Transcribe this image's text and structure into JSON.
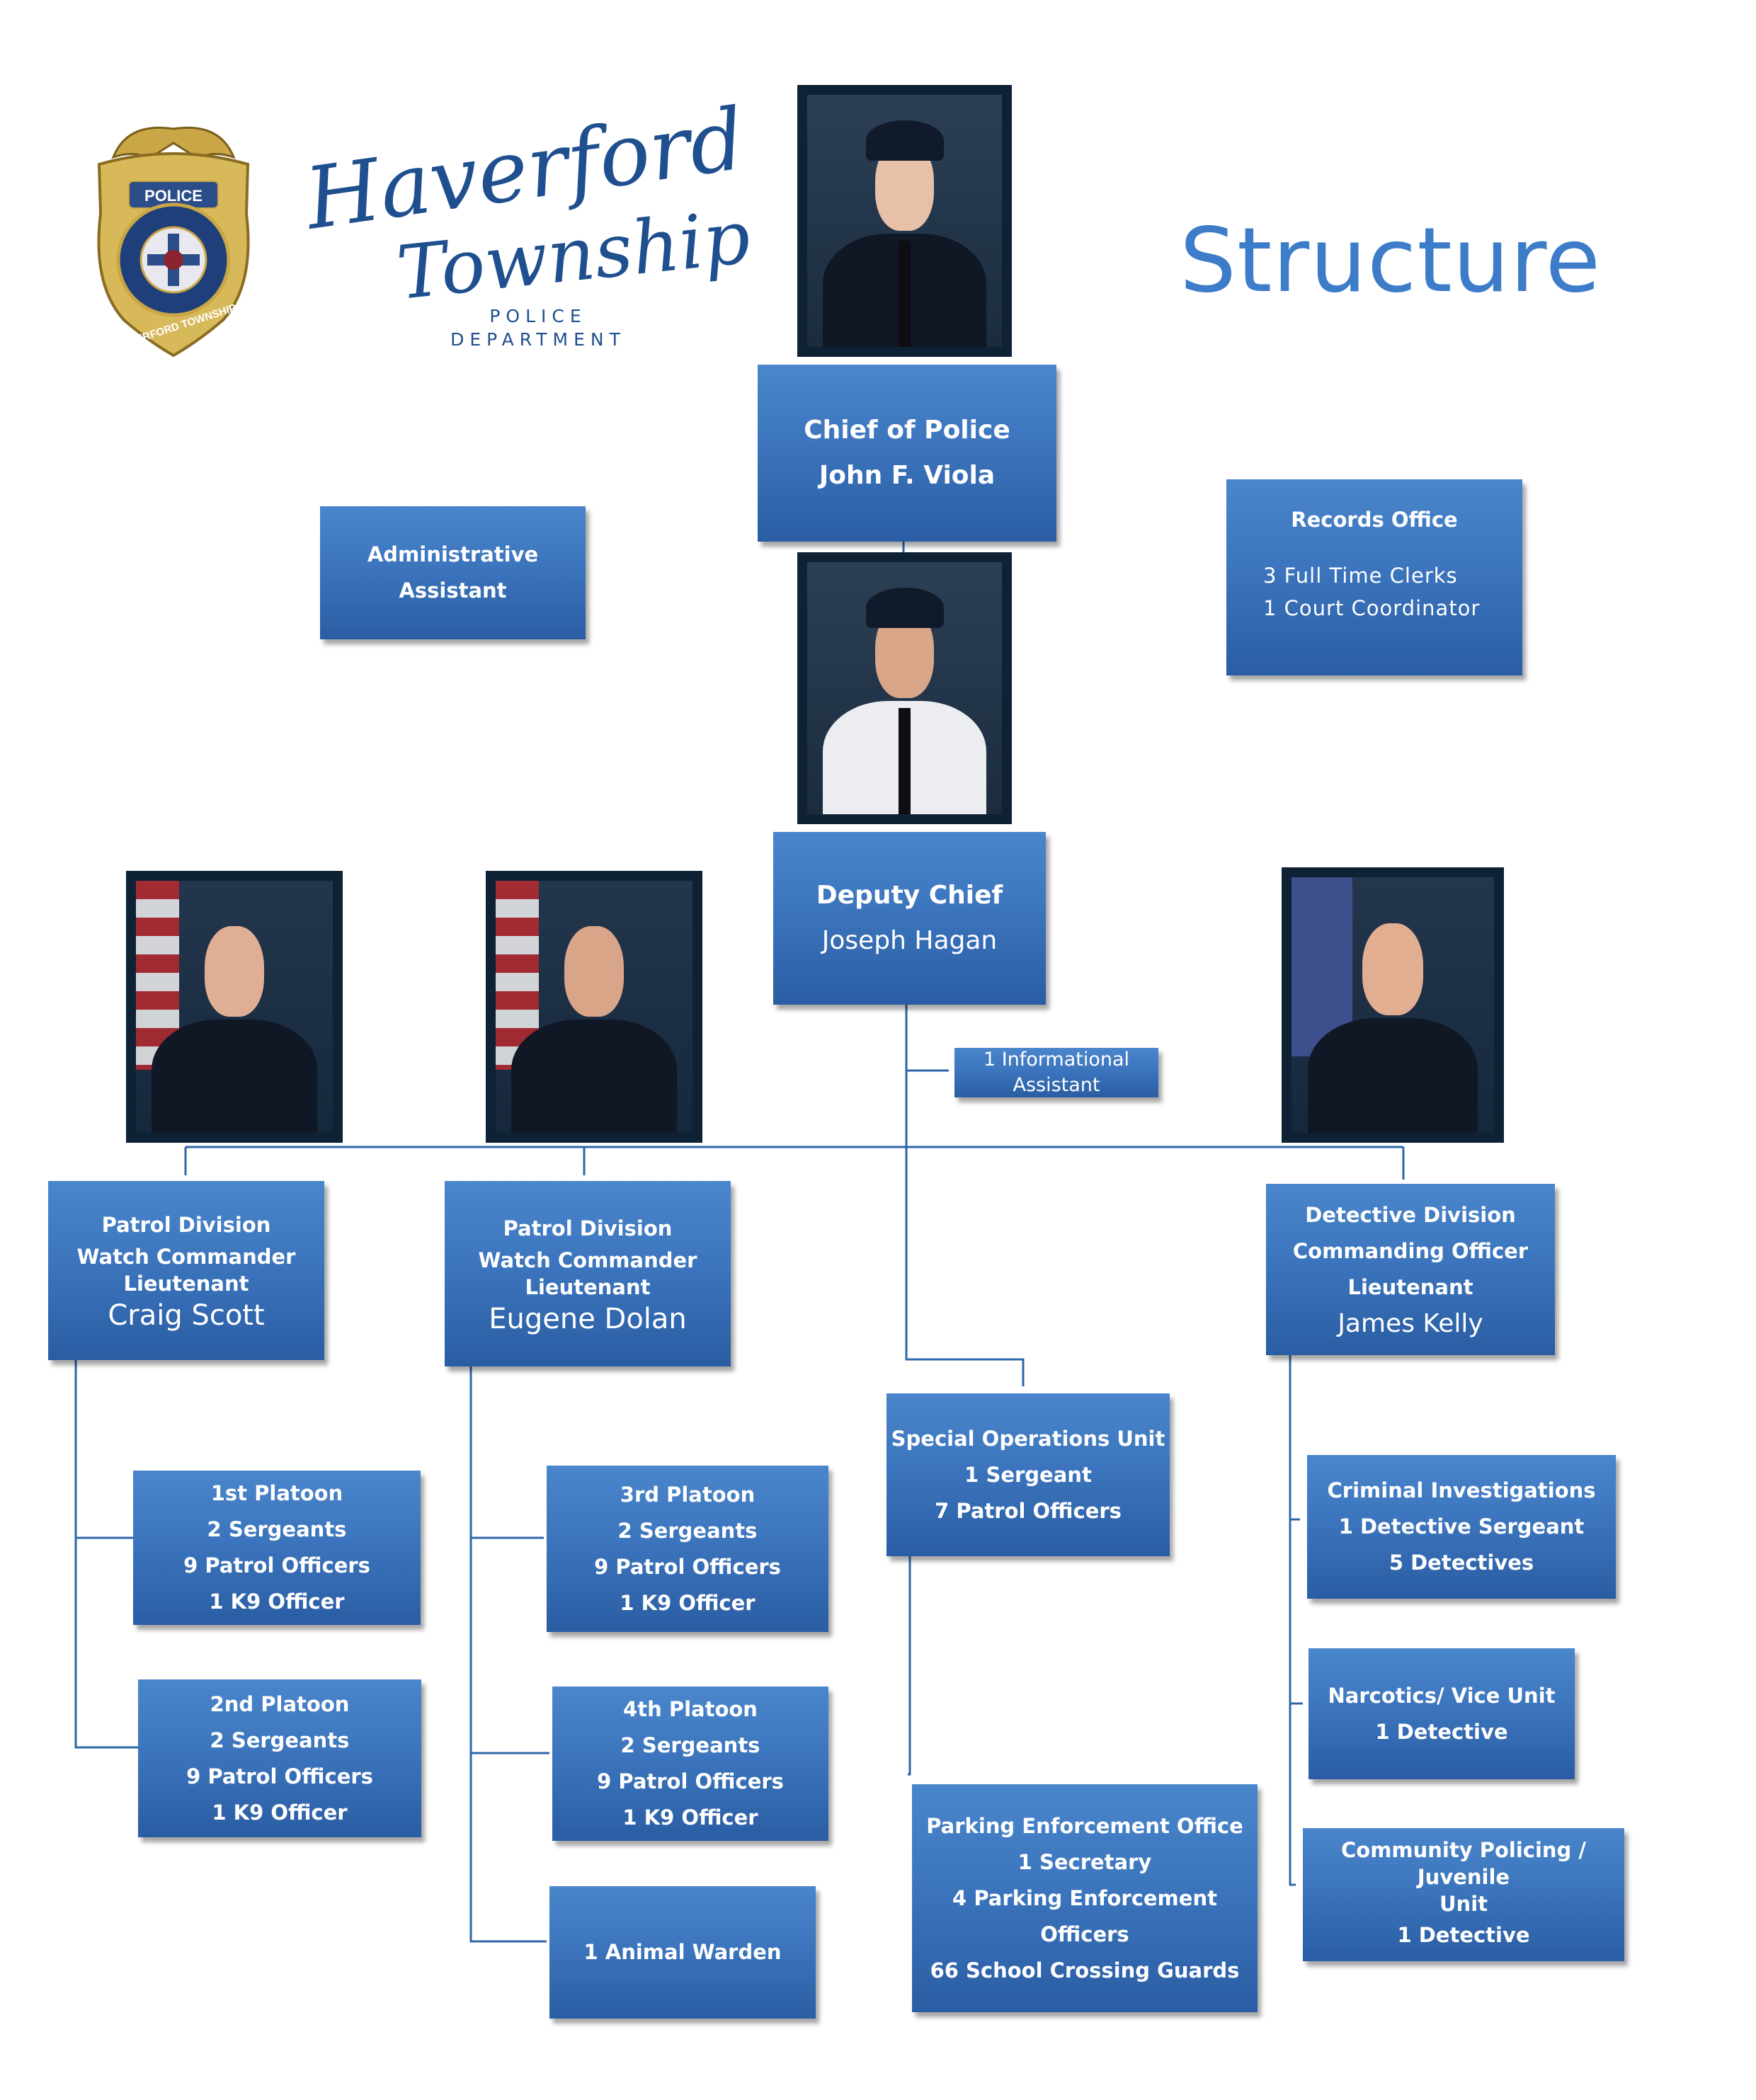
{
  "header": {
    "badge_top": "POLICE",
    "badge_ring": "HAVERFORD TOWNSHIP",
    "logo_line1": "Haverford",
    "logo_line2": "Township",
    "logo_sub1": "POLICE",
    "logo_sub2": "DEPARTMENT",
    "title": "Structure"
  },
  "colors": {
    "box": "#3a73bb",
    "connector": "#2f66a8",
    "title": "#3c7cc9",
    "photo_frame": "#0e2135"
  },
  "nodes": {
    "chief": {
      "line1": "Chief of Police",
      "line2": "John F. Viola"
    },
    "admin": {
      "line1": "Administrative",
      "line2": "Assistant"
    },
    "records": {
      "title": "Records Office",
      "line1": "3 Full Time Clerks",
      "line2": "1 Court Coordinator"
    },
    "deputy": {
      "line1": "Deputy Chief",
      "line2": "Joseph Hagan"
    },
    "info": {
      "line1": "1 Informational",
      "line2": "Assistant"
    },
    "patrol_scott": {
      "line1": "Patrol Division",
      "line2": "Watch Commander",
      "line3": "Lieutenant",
      "name": "Craig Scott"
    },
    "patrol_dolan": {
      "line1": "Patrol Division",
      "line2": "Watch Commander",
      "line3": "Lieutenant",
      "name": "Eugene Dolan"
    },
    "detective": {
      "line1": "Detective Division",
      "line2": "Commanding Officer",
      "line3": "Lieutenant",
      "name": "James Kelly"
    },
    "special_ops": {
      "line1": "Special Operations Unit",
      "line2": "1 Sergeant",
      "line3": "7 Patrol Officers"
    },
    "platoon1": {
      "line1": "1st Platoon",
      "line2": "2 Sergeants",
      "line3": "9 Patrol Officers",
      "line4": "1 K9 Officer"
    },
    "platoon2": {
      "line1": "2nd Platoon",
      "line2": "2 Sergeants",
      "line3": "9 Patrol Officers",
      "line4": "1 K9 Officer"
    },
    "platoon3": {
      "line1": "3rd Platoon",
      "line2": "2 Sergeants",
      "line3": "9 Patrol Officers",
      "line4": "1 K9 Officer"
    },
    "platoon4": {
      "line1": "4th Platoon",
      "line2": "2 Sergeants",
      "line3": "9 Patrol Officers",
      "line4": "1 K9 Officer"
    },
    "animal": {
      "line1": "1 Animal Warden"
    },
    "parking": {
      "line1": "Parking Enforcement  Office",
      "line2": "1 Secretary",
      "line3": "4 Parking Enforcement Officers",
      "line4": "66 School Crossing Guards"
    },
    "criminal": {
      "line1": "Criminal Investigations",
      "line2": "1 Detective Sergeant",
      "line3": "5 Detectives"
    },
    "narcotics": {
      "line1": "Narcotics/ Vice Unit",
      "line2": "1 Detective"
    },
    "community": {
      "line1": "Community Policing  / Juvenile",
      "line2": "Unit",
      "line3": "1 Detective"
    }
  }
}
